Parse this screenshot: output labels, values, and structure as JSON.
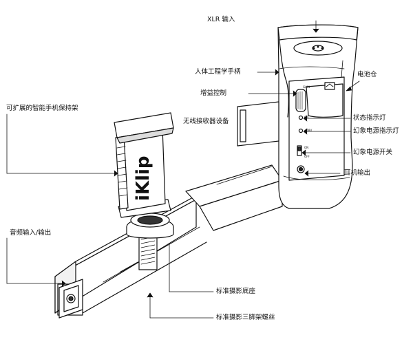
{
  "labels": {
    "xlr_input": "XLR 输入",
    "ergonomic_handle": "人体工程学手柄",
    "battery_compartment": "电池仓",
    "gain_control": "增益控制",
    "wireless_receiver_mount": "无线接收器设备",
    "smartphone_holder": "可扩展的智能手机保持架",
    "status_led": "状态指示灯",
    "phantom_power_led": "幻象电源指示灯",
    "phantom_power_switch": "幻象电源开关",
    "headphone_output": "耳机输出",
    "audio_io": "音频输入/输出",
    "standard_camera_mount": "标准摄影底座",
    "tripod_thread": "标准摄影三脚架螺丝"
  },
  "device_text": {
    "brand": "iKlip",
    "gain": "GAIN",
    "led_on": "ON",
    "phantom_48v": "+48V",
    "switch_on": "ON",
    "switch_off": "OFF"
  },
  "colors": {
    "stroke": "#111111",
    "body": "#ffffff",
    "shade": "#d9d9d9",
    "dark": "#2a2a2a"
  }
}
